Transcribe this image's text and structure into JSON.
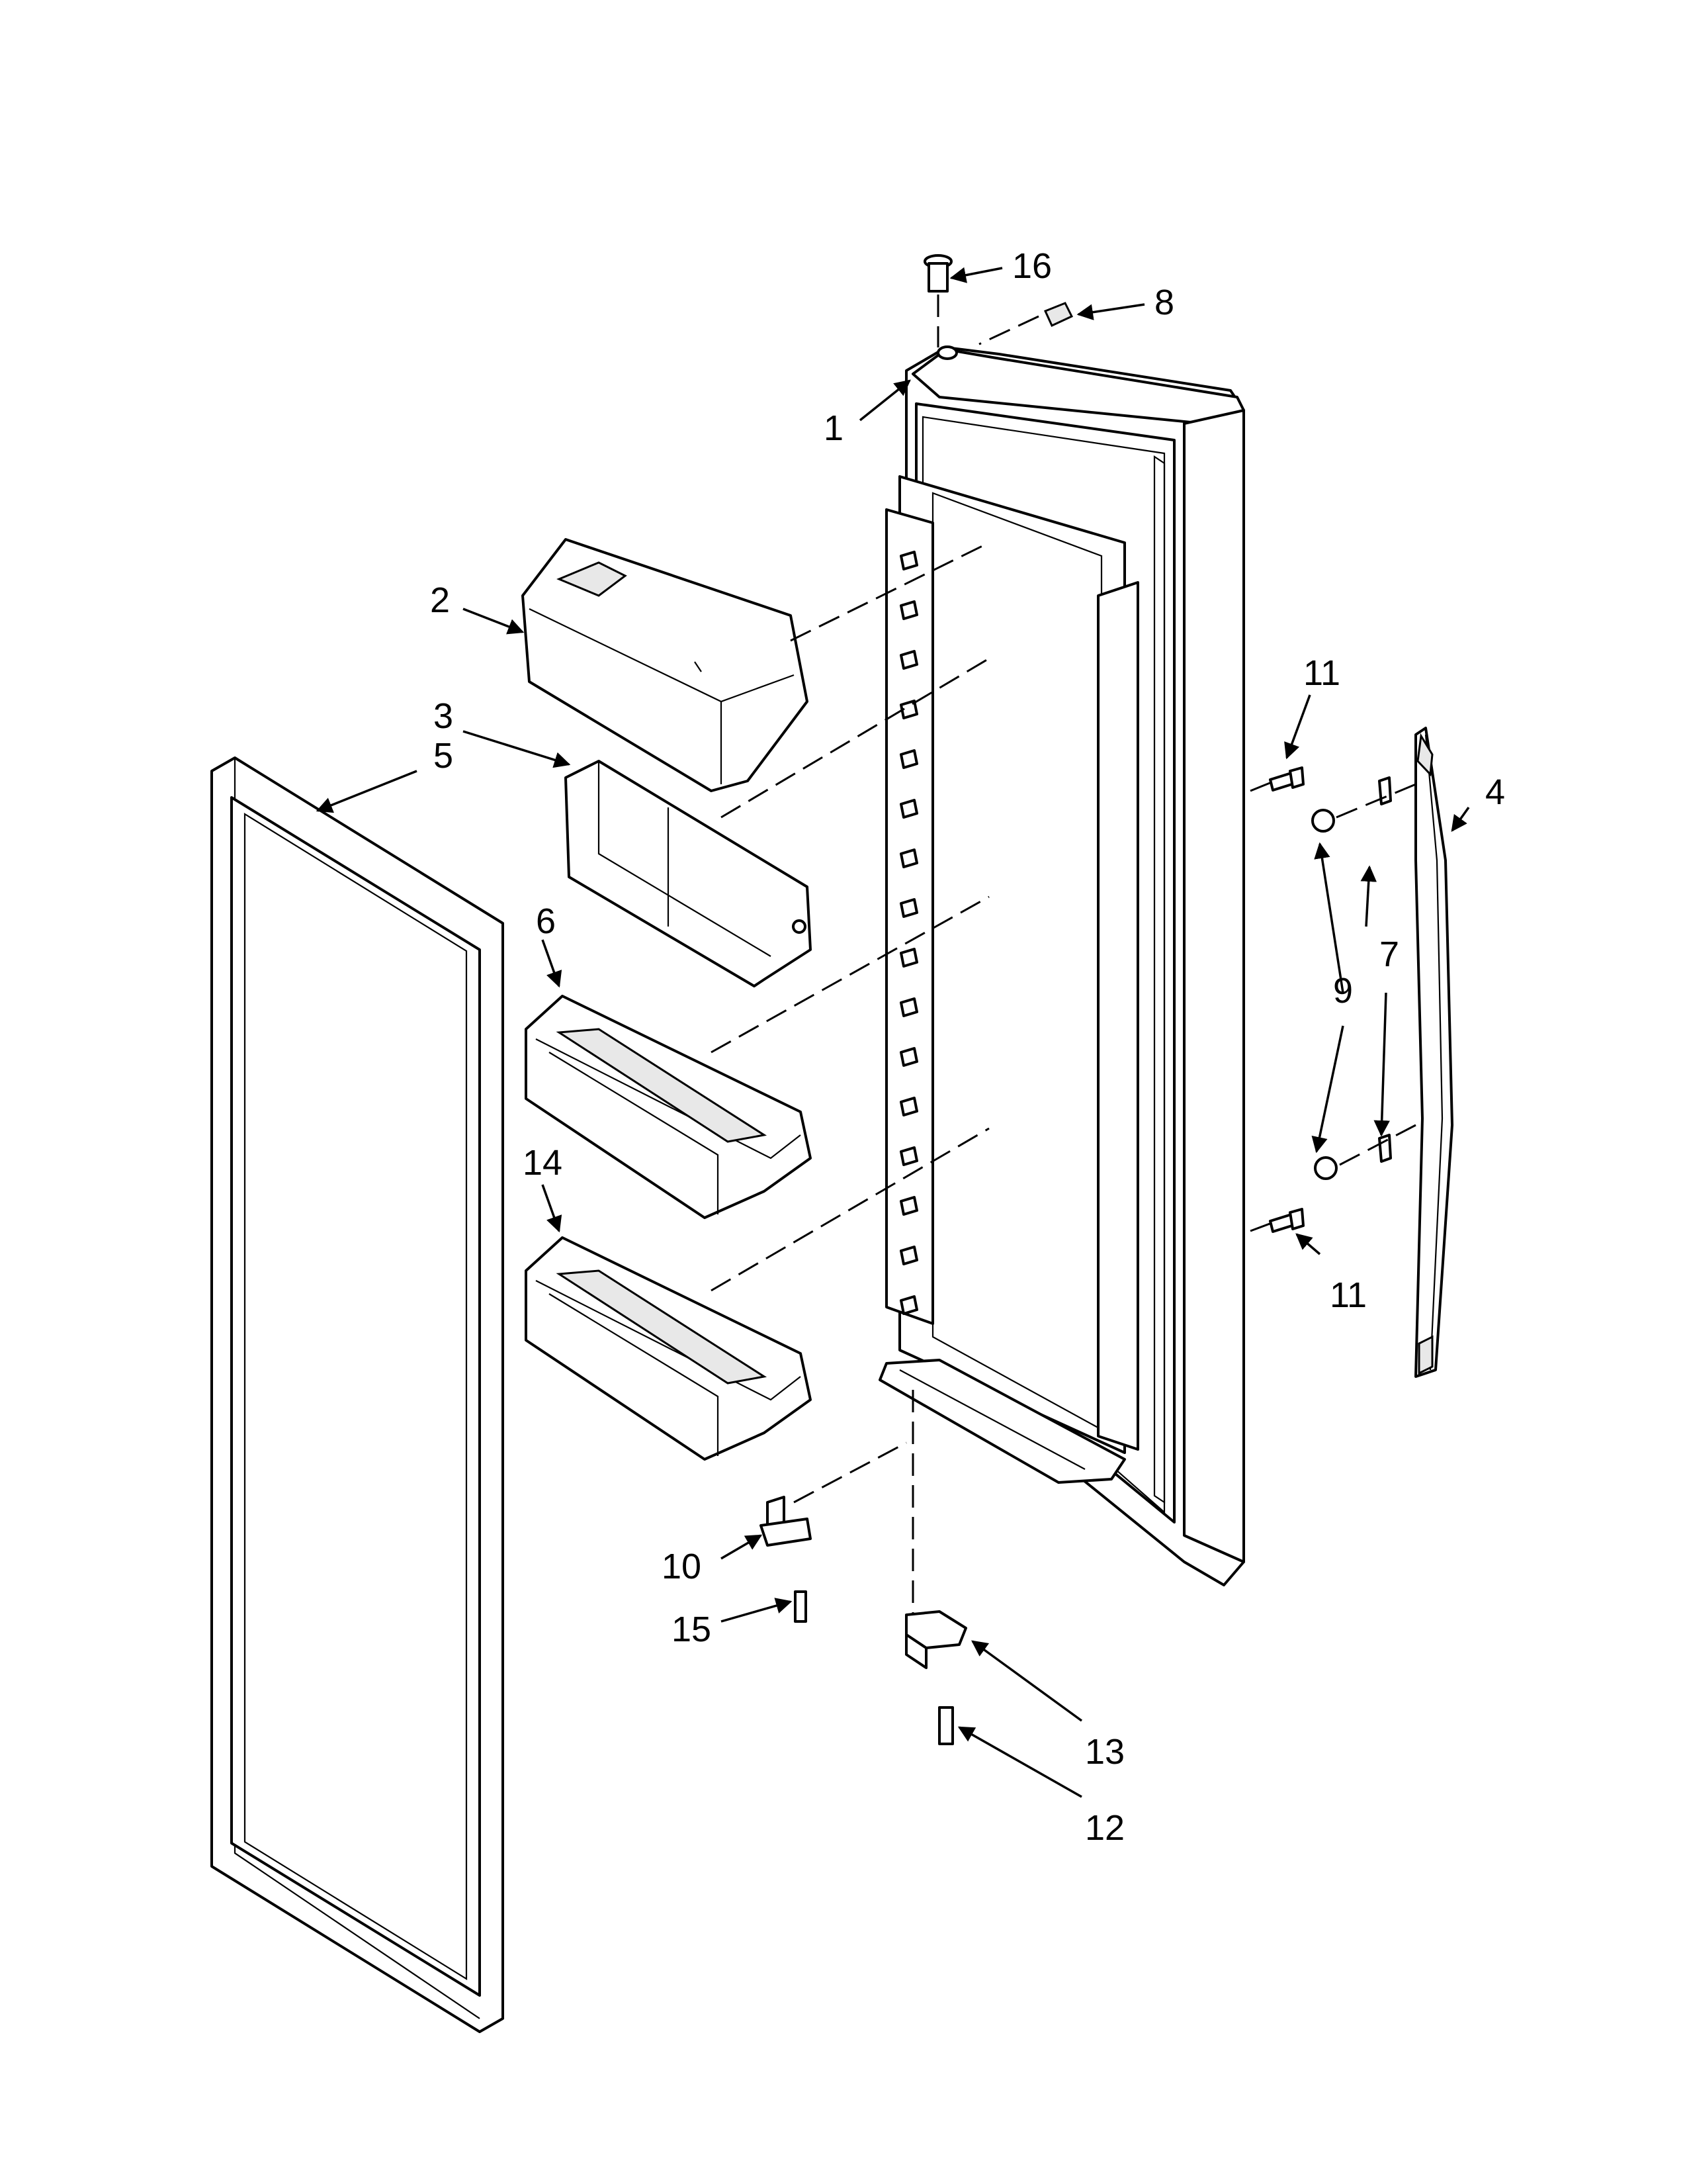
{
  "diagram": {
    "callouts": [
      {
        "id": "1",
        "text": "1"
      },
      {
        "id": "2",
        "text": "2"
      },
      {
        "id": "3",
        "text": "3"
      },
      {
        "id": "4",
        "text": "4"
      },
      {
        "id": "5",
        "text": "5"
      },
      {
        "id": "6",
        "text": "6"
      },
      {
        "id": "7",
        "text": "7"
      },
      {
        "id": "8",
        "text": "8"
      },
      {
        "id": "9",
        "text": "9"
      },
      {
        "id": "10",
        "text": "10"
      },
      {
        "id": "11a",
        "text": "11"
      },
      {
        "id": "11b",
        "text": "11"
      },
      {
        "id": "12",
        "text": "12"
      },
      {
        "id": "13",
        "text": "13"
      },
      {
        "id": "14",
        "text": "14"
      },
      {
        "id": "15",
        "text": "15"
      },
      {
        "id": "16",
        "text": "16"
      }
    ]
  }
}
